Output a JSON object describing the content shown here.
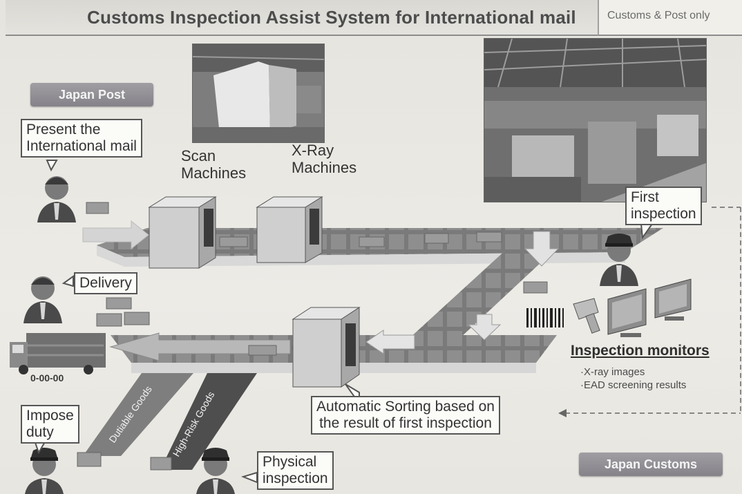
{
  "header": {
    "title": "Customs Inspection Assist System for International mail",
    "tag": "Customs & Post only"
  },
  "agencies": {
    "post": "Japan Post",
    "customs": "Japan Customs"
  },
  "callouts": {
    "present_line1": "Present the",
    "present_line2": "International mail",
    "delivery": "Delivery",
    "first_line1": "First",
    "first_line2": "inspection",
    "impose_line1": "Impose",
    "impose_line2": "duty",
    "physical_line1": "Physical",
    "physical_line2": "inspection",
    "sorting_line1": "Automatic Sorting based on",
    "sorting_line2": "the result of first inspection"
  },
  "machines": {
    "scan_line1": "Scan",
    "scan_line2": "Machines",
    "xray_line1": "X-Ray",
    "xray_line2": "Machines"
  },
  "lanes": {
    "dutiable": "Dutiable Goods",
    "high_risk": "High-Risk Goods"
  },
  "truck_plate": "0-00-00",
  "monitors": {
    "title": "Inspection monitors",
    "items": [
      "·X-ray images",
      "·EAD screening results"
    ]
  },
  "colors": {
    "conveyor": "#6b6b6b",
    "machine": "#cfcfcf",
    "pill": "#918f94"
  }
}
